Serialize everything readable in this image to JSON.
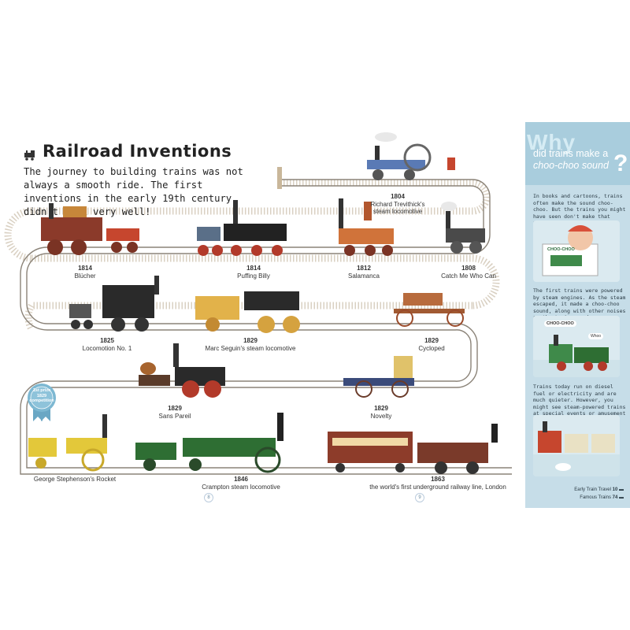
{
  "heading": {
    "title": "Railroad Inventions",
    "icon": "train-icon"
  },
  "intro": "The journey to building trains was not always a smooth ride. The first inventions in the early 19th century didn't work very well!",
  "trains": [
    {
      "year": "1804",
      "name": "Richard Trevithick's steam locomotive"
    },
    {
      "year": "1814",
      "name": "Blücher"
    },
    {
      "year": "1814",
      "name": "Puffing Billy"
    },
    {
      "year": "1812",
      "name": "Salamanca"
    },
    {
      "year": "1808",
      "name": "Catch Me Who Can"
    },
    {
      "year": "1825",
      "name": "Locomotion No. 1"
    },
    {
      "year": "1829",
      "name": "Marc Seguin's steam locomotive"
    },
    {
      "year": "1829",
      "name": "Cycloped"
    },
    {
      "year": "1829",
      "name": "Sans Pareil"
    },
    {
      "year": "1829",
      "name": "Novelty"
    },
    {
      "year": "",
      "name": "George Stephenson's Rocket"
    },
    {
      "year": "1846",
      "name": "Crampton steam locomotive"
    },
    {
      "year": "1863",
      "name": "the world's first underground railway line, London"
    }
  ],
  "badge": {
    "line1": "1st prize",
    "line2": "1829",
    "line3": "competition"
  },
  "pages": {
    "left": "8",
    "right": "9"
  },
  "sidebar": {
    "why": "Why",
    "question_line1": "did trains make a",
    "question_line2": "choo-choo sound",
    "qmark": "?",
    "p1": "In books and cartoons, trains often make the sound choo-choo. But the trains you might have seen don't make that noise.",
    "p2": "The first trains were powered by steam engines. As the steam escaped, it made a choo-choo sound, along with other noises as the train moved.",
    "p3": "Trains today run on diesel fuel or electricity and are much quieter. However, you might see steam-powered trains at special events or amusement parks.",
    "bubble1": "CHOO-CHOO",
    "bubble2": "CHOO-CHOO",
    "bubble3": "Whoo",
    "refs": [
      {
        "label": "Early Train Travel",
        "page": "10"
      },
      {
        "label": "Famous Trains",
        "page": "74"
      }
    ]
  },
  "colors": {
    "track": "#8b8378",
    "sleeper": "#d9d0c2",
    "sidebar_bg": "#c6dde8",
    "sidebar_header": "#a9cddd"
  }
}
